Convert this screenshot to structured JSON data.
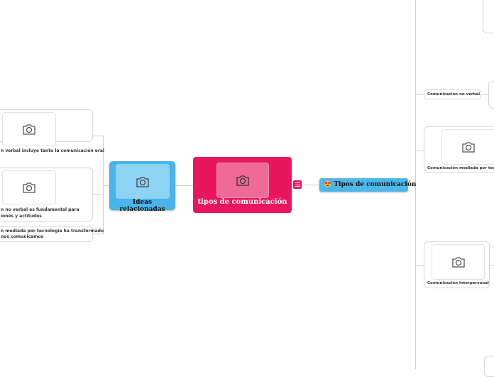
{
  "central": {
    "label": "tipos de comunicación",
    "color": "#e8175d",
    "image_icon": "camera-icon"
  },
  "menu_icon": "menu-icon",
  "ideas": {
    "label": "Ideas relacionadas",
    "color": "#4ab3ea",
    "image_icon": "camera-icon"
  },
  "tipos": {
    "label": "Tipos de comunicación",
    "emoji": "😍",
    "color": "#4db8e8"
  },
  "left_nodes": [
    {
      "line1": "n verbal incluye tanto la comunicación oral"
    },
    {
      "line1": "n no verbal es fundamental para",
      "line2": "iones y actitudes"
    },
    {
      "line1": "n mediada por tecnología ha transformado",
      "line2": "nos comunicamos"
    }
  ],
  "right_nodes": [
    {
      "label": "Comunicación no verbal"
    },
    {
      "label": "Comunicación mediada por tecn"
    },
    {
      "label": "Comunicación interpersonal"
    }
  ]
}
